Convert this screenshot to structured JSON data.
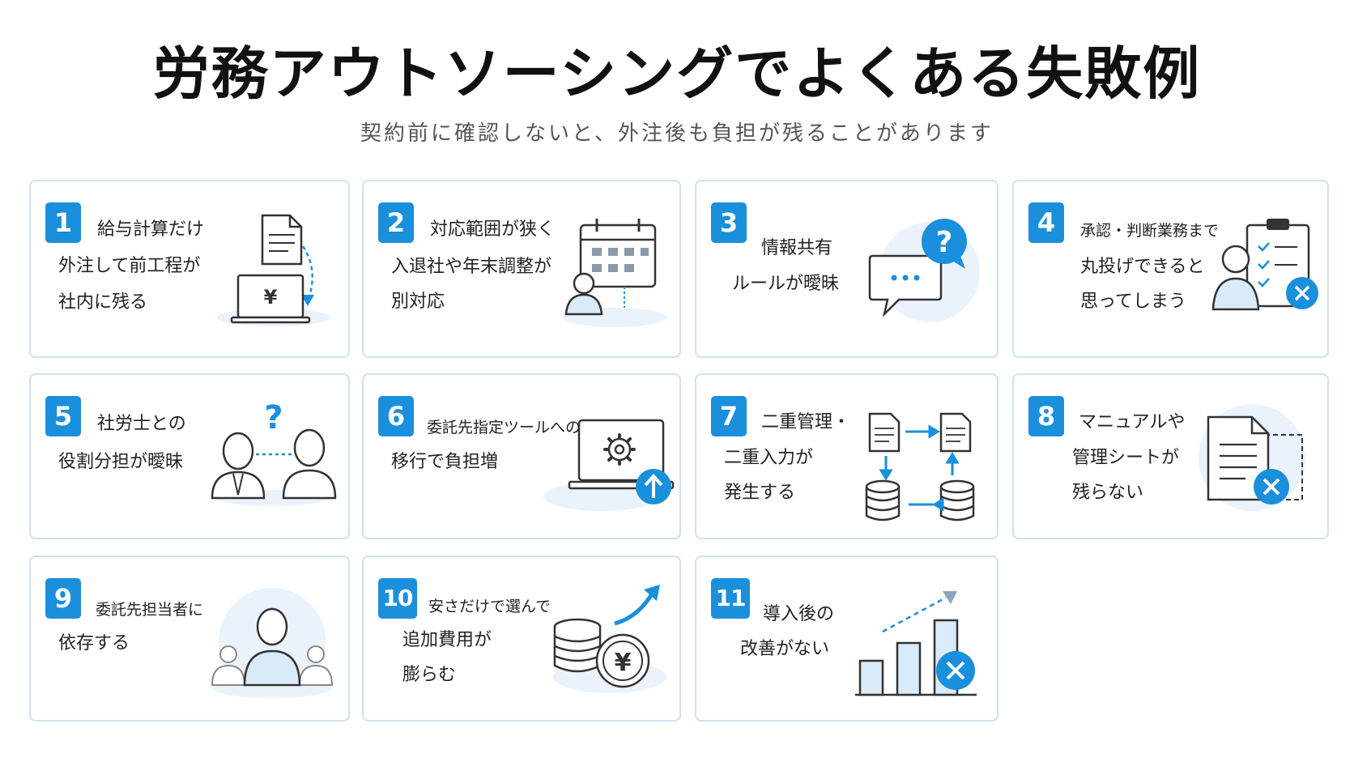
{
  "title": "労務アウトソーシングでよくある失敗例",
  "subtitle": "契約前に確認しないと、外注後も負担が残ることがあります",
  "cards": [
    {
      "number": "1",
      "lines": [
        "給与計算だけ",
        "外注して前工程が",
        "社内に残る"
      ],
      "icon": "laptop-yen-document-icon"
    },
    {
      "number": "2",
      "lines": [
        "対応範囲が狭く",
        "入退社や年末調整が",
        "別対応"
      ],
      "icon": "calendar-person-icon"
    },
    {
      "number": "3",
      "lines": [
        "情報共有",
        "ルールが曖昧"
      ],
      "icon": "speech-bubble-question-icon"
    },
    {
      "number": "4",
      "lines": [
        "承認・判断業務まで",
        "丸投げできると",
        "思ってしまう"
      ],
      "icon": "person-clipboard-x-icon"
    },
    {
      "number": "5",
      "lines": [
        "社労士との",
        "役割分担が曖昧"
      ],
      "icon": "two-people-question-icon"
    },
    {
      "number": "6",
      "lines": [
        "委託先指定ツールへの",
        "移行で負担増"
      ],
      "icon": "laptop-gear-upload-icon"
    },
    {
      "number": "7",
      "lines": [
        "二重管理・",
        "二重入力が",
        "発生する"
      ],
      "icon": "documents-databases-cycle-icon"
    },
    {
      "number": "8",
      "lines": [
        "マニュアルや",
        "管理シートが",
        "残らない"
      ],
      "icon": "document-x-icon"
    },
    {
      "number": "9",
      "lines": [
        "委託先担当者に",
        "依存する"
      ],
      "icon": "single-person-dependency-icon"
    },
    {
      "number": "10",
      "lines": [
        "安さだけで選んで",
        "追加費用が",
        "膨らむ"
      ],
      "icon": "coins-yen-arrow-icon"
    },
    {
      "number": "11",
      "lines": [
        "導入後の",
        "改善がない"
      ],
      "icon": "bar-chart-x-icon"
    }
  ],
  "colors": {
    "accent": "#1a8fdc",
    "card_border": "#cfe2f1",
    "icon_bg": "#eaf3fb"
  }
}
